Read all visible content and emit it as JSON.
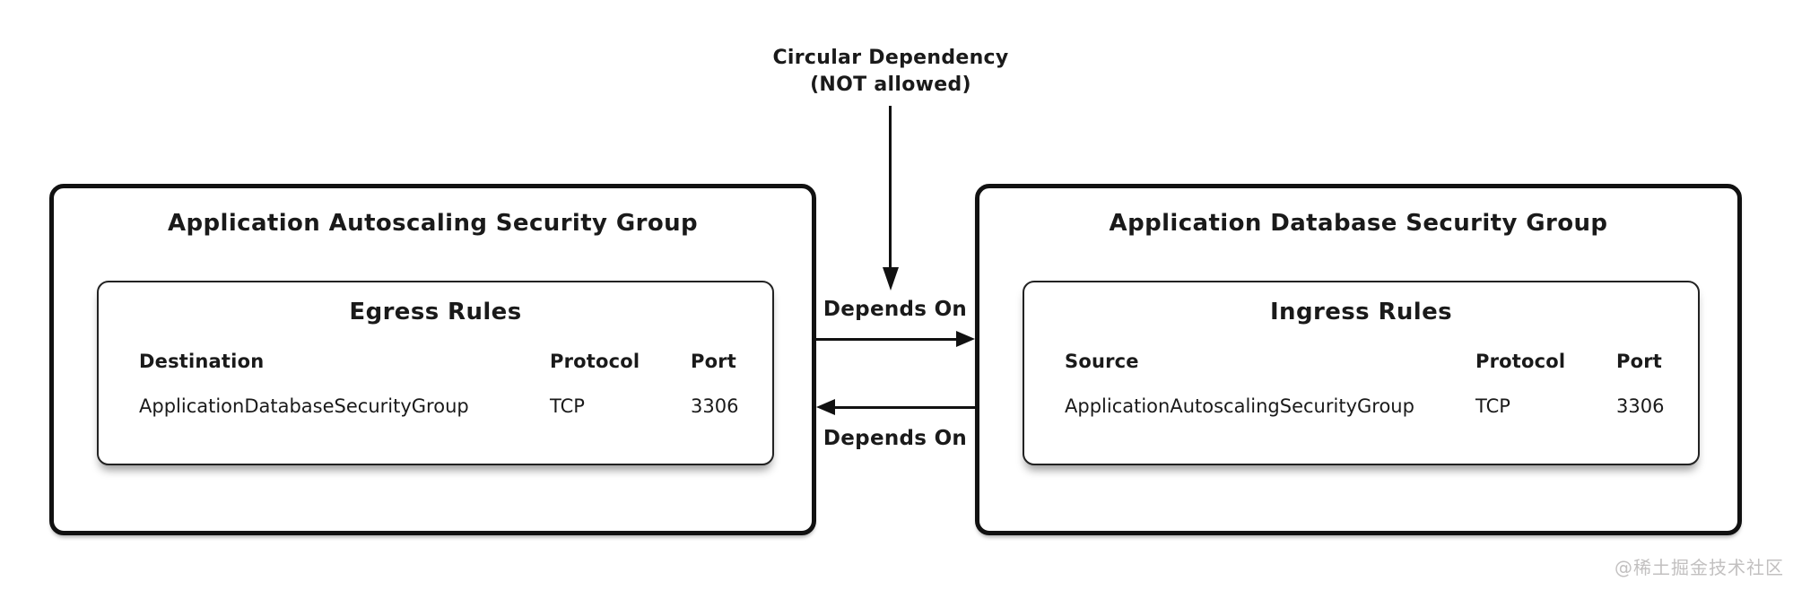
{
  "annotation": {
    "line1": "Circular Dependency",
    "line2": "(NOT allowed)"
  },
  "arrows": {
    "top_label": "Depends On",
    "bottom_label": "Depends On"
  },
  "left_box": {
    "title": "Application Autoscaling Security Group",
    "rules": {
      "title": "Egress Rules",
      "headers": [
        "Destination",
        "Protocol",
        "Port"
      ],
      "rows": [
        [
          "ApplicationDatabaseSecurityGroup",
          "TCP",
          "3306"
        ]
      ]
    }
  },
  "right_box": {
    "title": "Application Database Security Group",
    "rules": {
      "title": "Ingress Rules",
      "headers": [
        "Source",
        "Protocol",
        "Port"
      ],
      "rows": [
        [
          "ApplicationAutoscalingSecurityGroup",
          "TCP",
          "3306"
        ]
      ]
    }
  },
  "watermark": "@稀土掘金技术社区",
  "colors": {
    "line": "#111111",
    "text": "#1a1a1a",
    "watermark": "#c2c0c0",
    "background": "#ffffff"
  }
}
